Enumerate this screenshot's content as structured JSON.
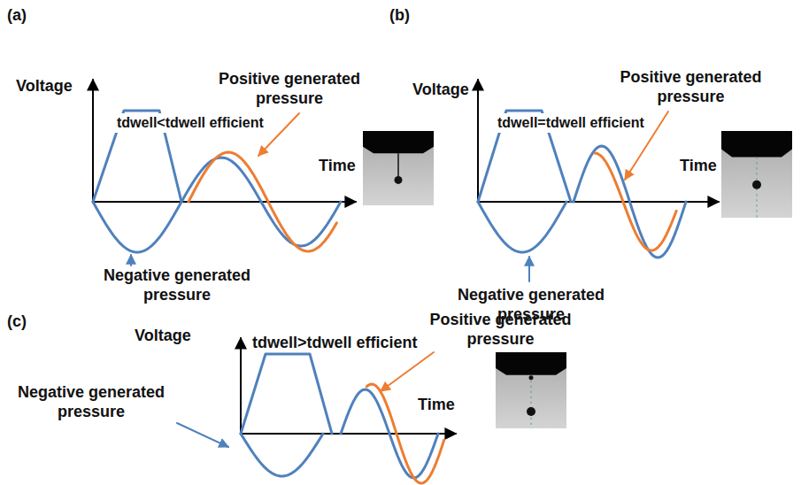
{
  "diagram": {
    "labels": [
      "(a)",
      "Voltage",
      "Positive generated pressure",
      "tdwell<tdwell efficient",
      "Time",
      "Negative generated pressure",
      "(b)",
      "Voltage",
      "Positive generated pressure",
      "tdwell=tdwell efficient",
      "Time",
      "Negative generated pressure",
      "(c)",
      "Voltage",
      "Positive generated pressure",
      "tdwell>tdwell efficient",
      "Time",
      "Negative generated pressure"
    ]
  }
}
